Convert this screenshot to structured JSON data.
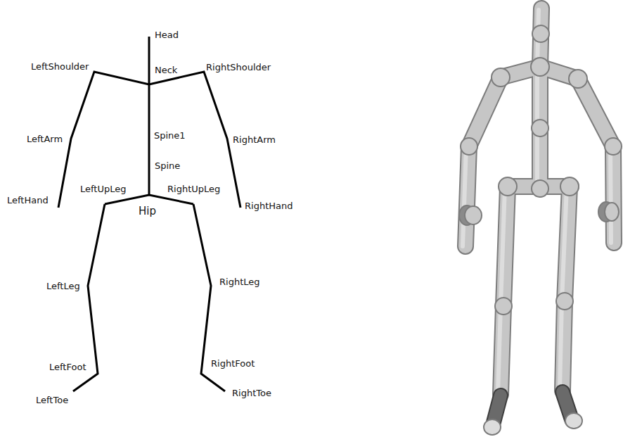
{
  "diagram": {
    "labels": [
      "Head",
      "Neck",
      "LeftShoulder",
      "RightShoulder",
      "LeftArm",
      "Spine1",
      "RightArm",
      "Spine",
      "LeftHand",
      "LeftUpLeg",
      "RightUpLeg",
      "RightHand",
      "Hip",
      "LeftLeg",
      "RightLeg",
      "LeftFoot",
      "RightFoot",
      "LeftToe",
      "RightToe"
    ]
  }
}
